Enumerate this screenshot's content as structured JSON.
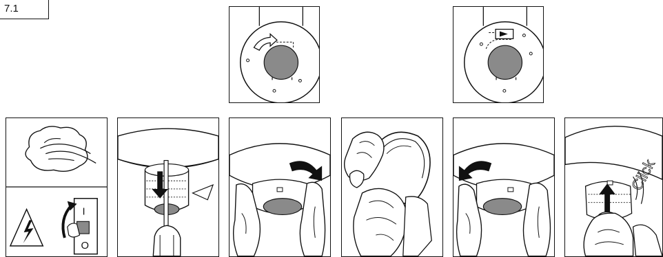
{
  "figure": {
    "section_label": "7.1",
    "steps": [
      {
        "id": "clean-and-power-off",
        "switch_labels": {
          "on": "I",
          "off": "O"
        }
      },
      {
        "id": "release-tab-screwdriver"
      },
      {
        "id": "twist-off-anticlockwise"
      },
      {
        "id": "remove-protective-cover"
      },
      {
        "id": "twist-on-clockwise"
      },
      {
        "id": "push-until-click",
        "click_label": "Click"
      }
    ],
    "diagrams": [
      {
        "id": "mounting-plate-remove"
      },
      {
        "id": "mounting-plate-attach"
      }
    ],
    "colors": {
      "line": "#111111",
      "detector_grey": "#8a8a8a",
      "background": "#ffffff"
    }
  }
}
